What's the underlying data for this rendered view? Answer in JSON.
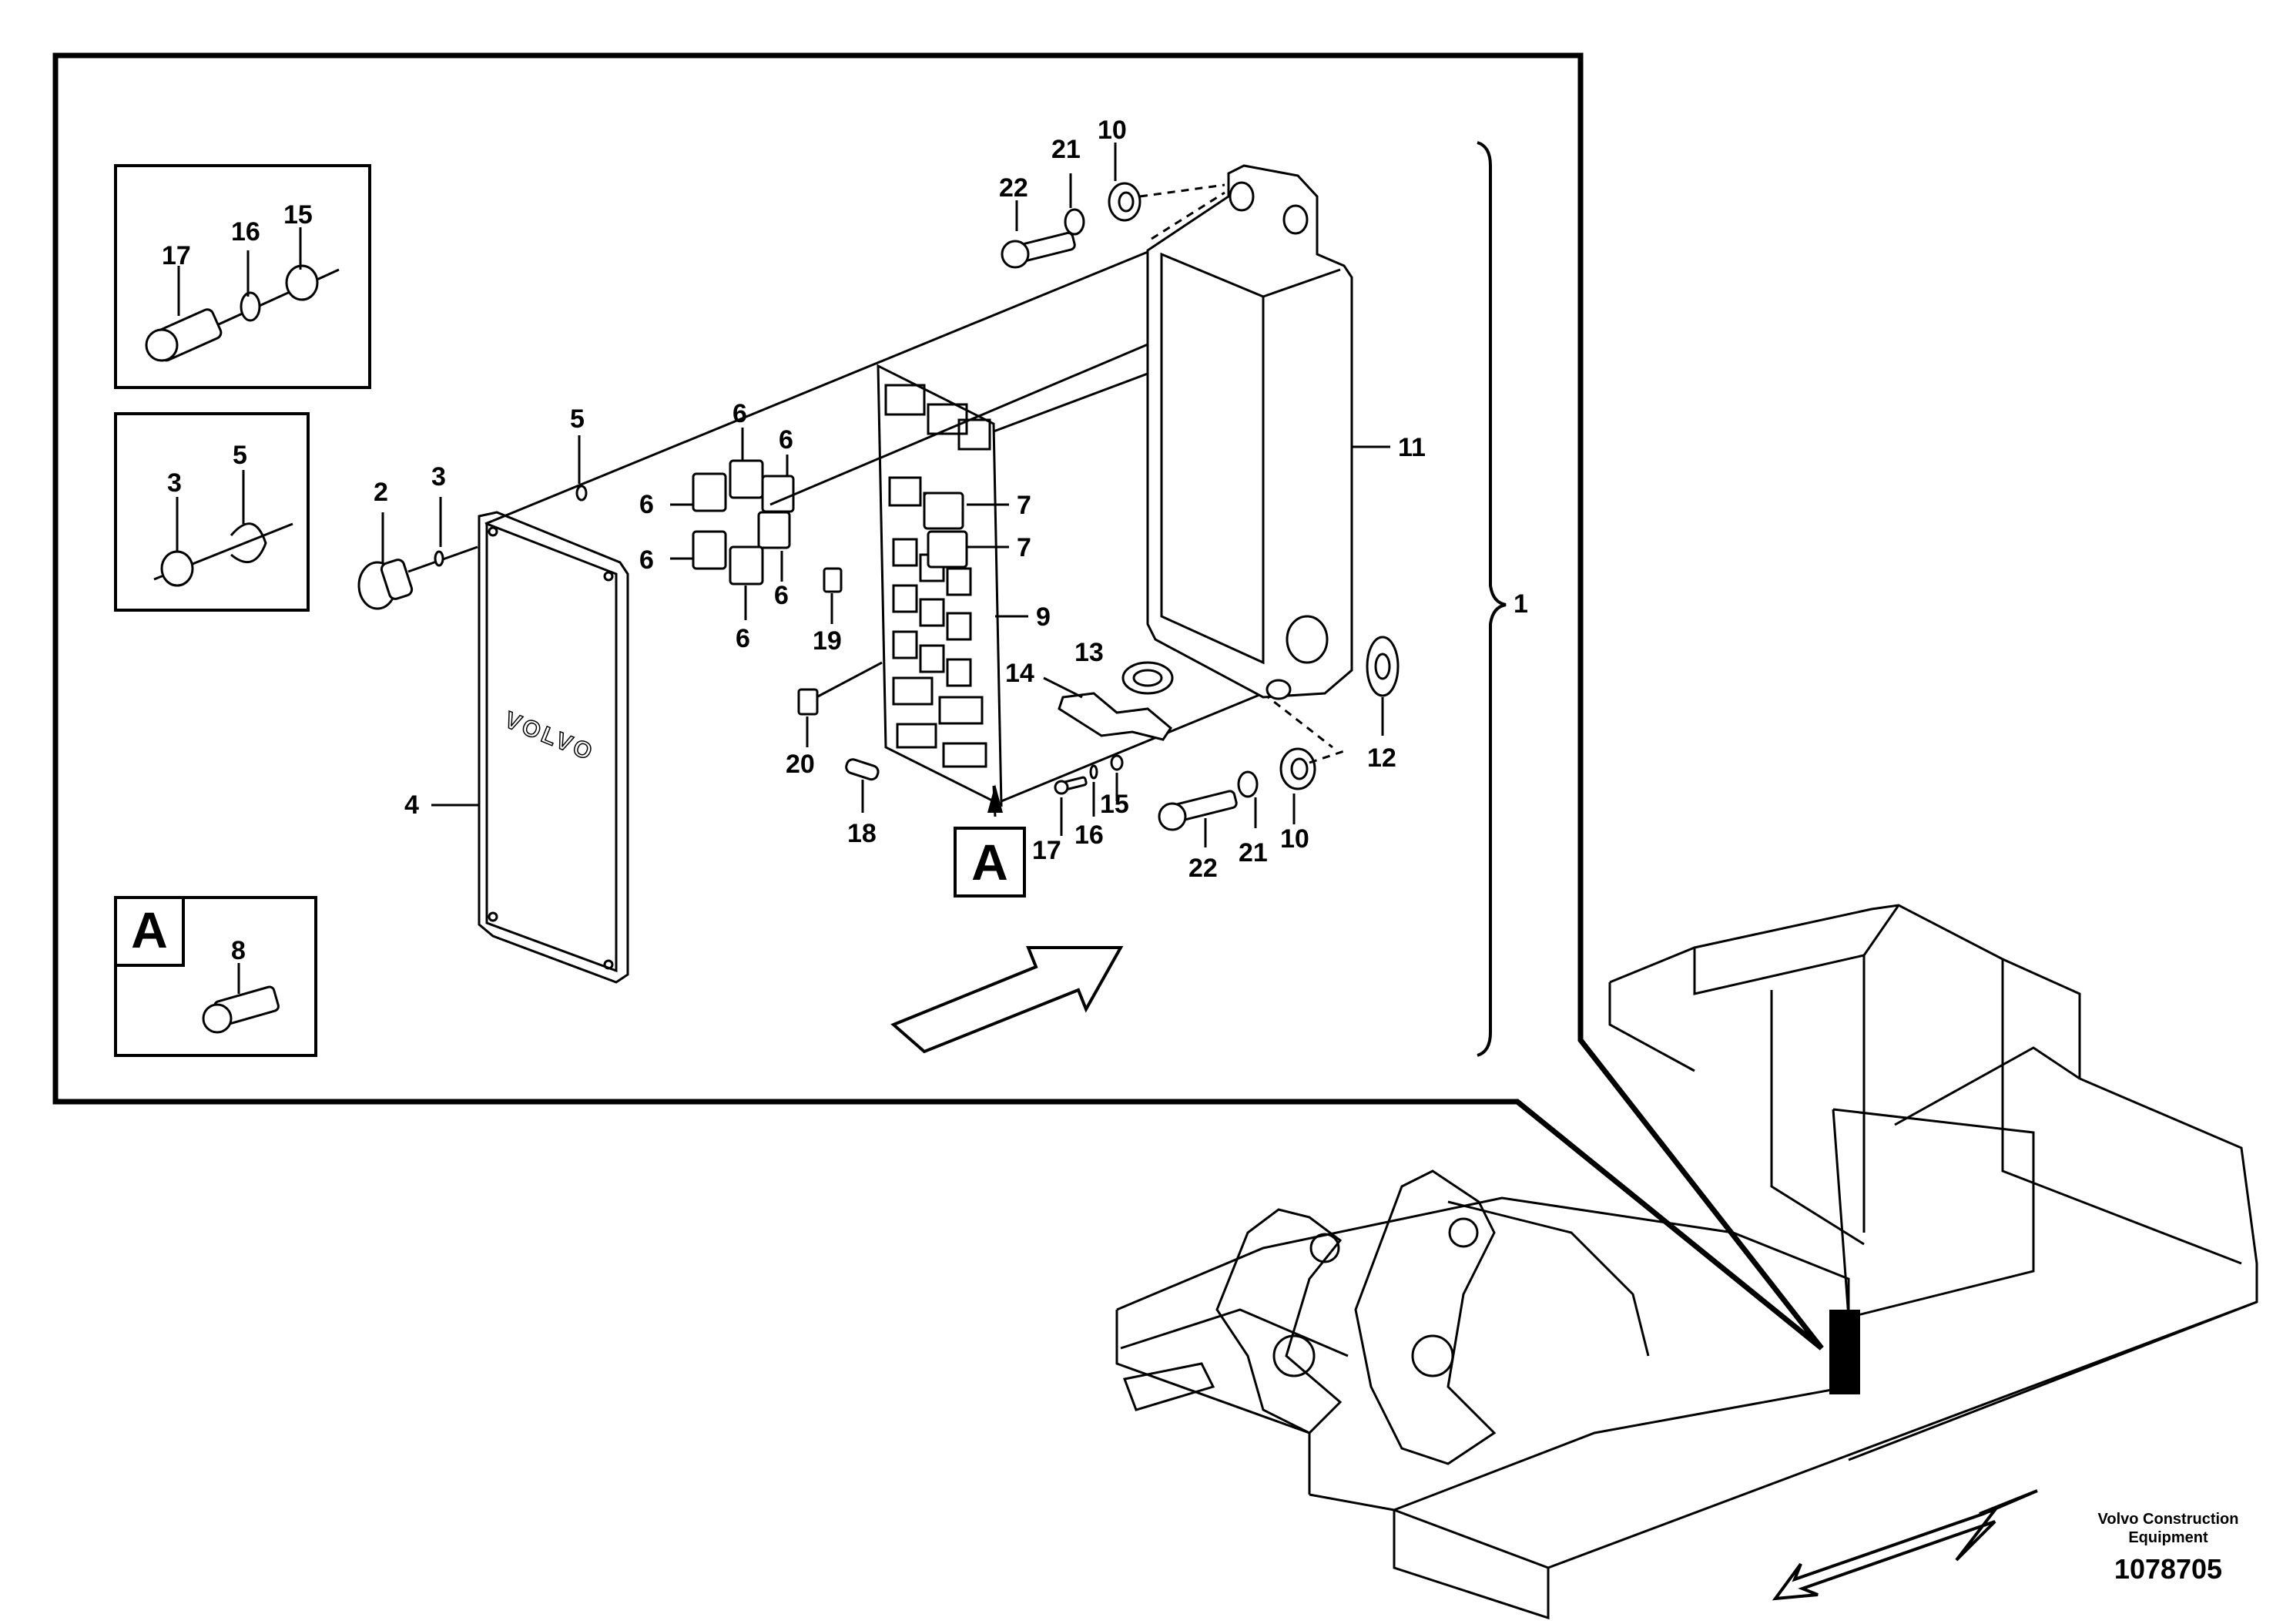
{
  "diagram": {
    "callouts": {
      "c1": "1",
      "c2": "2",
      "c3": "3",
      "c4": "4",
      "c5": "5",
      "c6": "6",
      "c7": "7",
      "c8": "8",
      "c9": "9",
      "c10": "10",
      "c11": "11",
      "c12": "12",
      "c13": "13",
      "c14": "14",
      "c15": "15",
      "c16": "16",
      "c17": "17",
      "c18": "18",
      "c19": "19",
      "c20": "20",
      "c21": "21",
      "c22": "22"
    },
    "detail_label": "A",
    "cover_logo": "VOLVO"
  },
  "credit": {
    "line1": "Volvo Construction",
    "line2": "Equipment",
    "drawing_number": "1078705"
  }
}
